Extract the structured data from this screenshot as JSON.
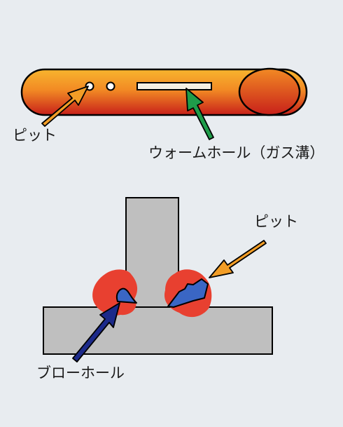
{
  "labels": {
    "top_pit": "ピット",
    "wormhole": "ウォームホール（ガス溝）",
    "right_pit": "ピット",
    "blowhole": "ブローホール"
  },
  "colors": {
    "background": "#e8ecf0",
    "bead_dark": "#e85a1c",
    "bead_light": "#f7b52e",
    "spatter_red": "#e84030",
    "defect_blue": "#3a66c4",
    "arrow_orange": "#f29d26",
    "arrow_green": "#1f9d4a",
    "arrow_navy": "#1c2a8a",
    "plate_gray": "#bfbfbf"
  }
}
